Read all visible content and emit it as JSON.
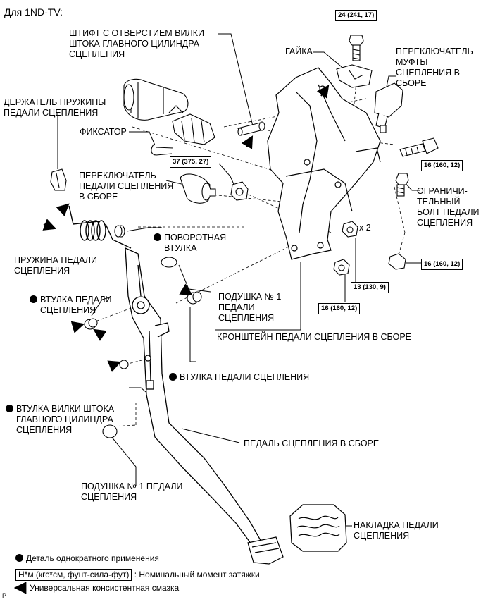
{
  "header": {
    "model": "Для 1ND-TV:"
  },
  "labels": {
    "pin": "ШТИФТ С ОТВЕРСТИЕМ ВИЛКИ\nШТОКА ГЛАВНОГО ЦИЛИНДРА\nСЦЕПЛЕНИЯ",
    "nut": "ГАЙКА",
    "clutch_switch": "ПЕРЕКЛЮЧАТЕЛЬ\nМУФТЫ\nСЦЕПЛЕНИЯ В\nСБОРЕ",
    "spring_holder": "ДЕРЖАТЕЛЬ ПРУЖИНЫ\nПЕДАЛИ СЦЕПЛЕНИЯ",
    "clip": "ФИКСАТОР",
    "pedal_switch": "ПЕРЕКЛЮЧАТЕЛЬ\nПЕДАЛИ СЦЕПЛЕНИЯ\nВ СБОРЕ",
    "stopper_bolt": "ОГРАНИЧИ-\nТЕЛЬНЫЙ\nБОЛТ ПЕДАЛИ\nСЦЕПЛЕНИЯ",
    "turn_bushing": "ПОВОРОТНАЯ\nВТУЛКА",
    "spring": "ПРУЖИНА ПЕДАЛИ\nСЦЕПЛЕНИЯ",
    "x2": "x 2",
    "cushion_1": "ПОДУШКА № 1\nПЕДАЛИ\nСЦЕПЛЕНИЯ",
    "pedal_bushing_left": "ВТУЛКА ПЕДАЛИ\nСЦЕПЛЕНИЯ",
    "bracket": "КРОНШТЕЙН ПЕДАЛИ СЦЕПЛЕНИЯ В СБОРЕ",
    "pedal_bushing_mid": "ВТУЛКА ПЕДАЛИ СЦЕПЛЕНИЯ",
    "clevis_bushing": "ВТУЛКА ВИЛКИ ШТОКА\nГЛАВНОГО ЦИЛИНДРА\nСЦЕПЛЕНИЯ",
    "pedal_assy": "ПЕДАЛЬ СЦЕПЛЕНИЯ В СБОРЕ",
    "cushion_1_lower": "ПОДУШКА № 1 ПЕДАЛИ\nСЦЕПЛЕНИЯ",
    "pedal_pad": "НАКЛАДКА ПЕДАЛИ\nСЦЕПЛЕНИЯ"
  },
  "torques": {
    "t24": "24 (241, 17)",
    "t37": "37 (375, 27)",
    "t16a": "16 (160, 12)",
    "t16b": "16 (160, 12)",
    "t13": "13 (130, 9)",
    "t16c": "16 (160, 12)"
  },
  "legend": {
    "non_reusable": "Деталь однократного применения",
    "torque_units": "Н*м (кгс*см, фунт-сила-фут)",
    "torque_desc": ": Номинальный момент затяжки",
    "grease": "Универсальная консистентная смазка",
    "footer_mark": "P"
  }
}
